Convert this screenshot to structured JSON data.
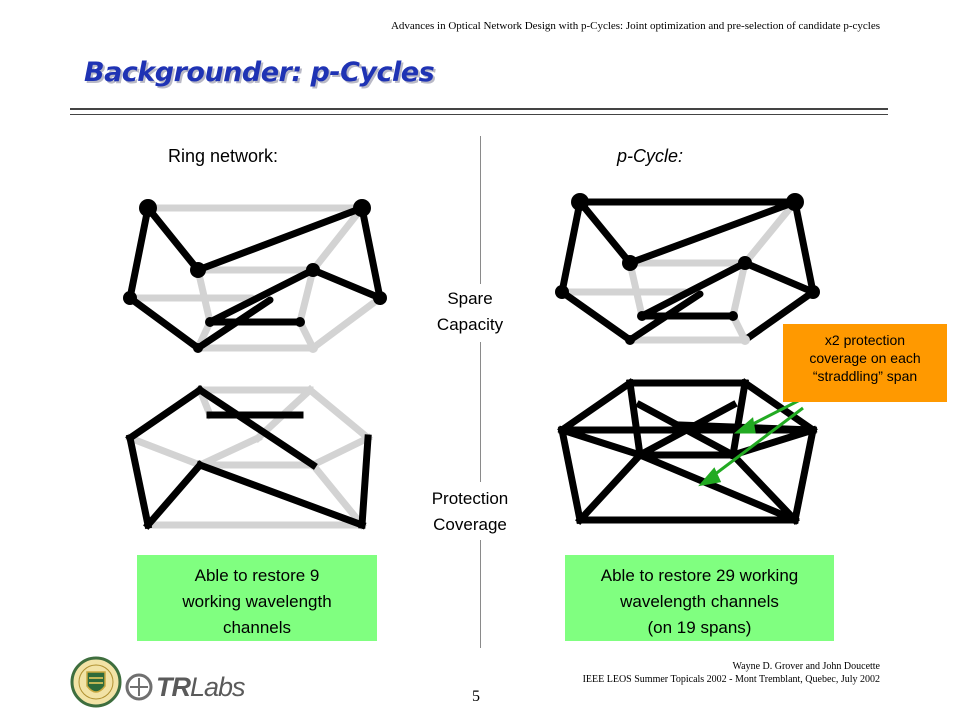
{
  "header": {
    "note": "Advances in Optical Network Design with p-Cycles: Joint optimization and pre-selection of candidate p-cycles"
  },
  "slide": {
    "title": "Backgrounder: p-Cycles"
  },
  "left_column": {
    "label": "Ring network:"
  },
  "right_column": {
    "label": "p-Cycle:"
  },
  "middle_labels": {
    "spare_line1": "Spare",
    "spare_line2": "Capacity",
    "protection_line1": "Protection",
    "protection_line2": "Coverage"
  },
  "left_result": {
    "line1": "Able to restore 9",
    "line2": "working wavelength",
    "line3": "channels"
  },
  "right_result": {
    "line1": "Able to restore 29 working",
    "line2": "wavelength channels",
    "line3": "(on 19 spans)"
  },
  "callout": {
    "line1": "x2 protection",
    "line2": "coverage on each",
    "line3": "“straddling” span"
  },
  "footer": {
    "authors": "Wayne D. Grover and John Doucette",
    "event": "IEEE LEOS Summer Topicals 2002 - Mont Tremblant, Quebec, July 2002",
    "page_number": "5",
    "logo_text_tr": "TR",
    "logo_text_labs": "Labs"
  },
  "colors": {
    "title": "#1f33b4",
    "result_box": "#80ff80",
    "callout_box": "#ff9900",
    "arrow": "#22aa22",
    "edge_light": "#d3d3d3",
    "edge_dark": "#000000"
  }
}
